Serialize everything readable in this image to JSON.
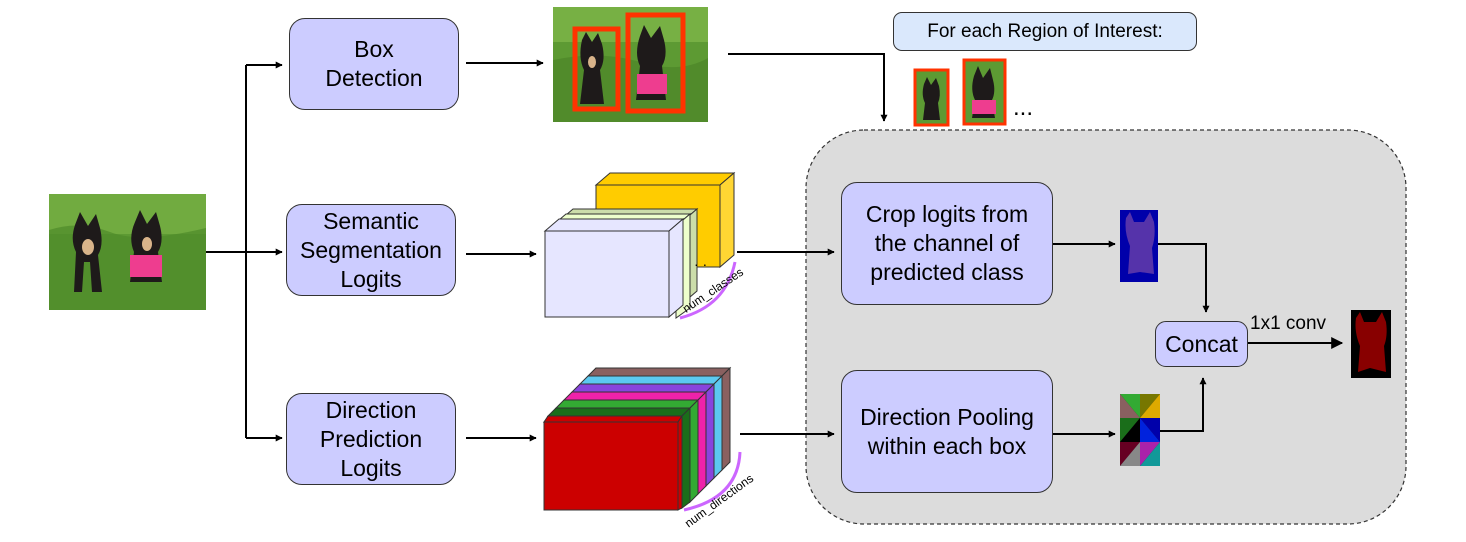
{
  "nodes": {
    "box_detection": "Box\nDetection",
    "semantic_logits": "Semantic\nSegmentation\nLogits",
    "direction_logits": "Direction\nPrediction\nLogits",
    "crop_logits": "Crop logits from\nthe channel of\npredicted class",
    "direction_pooling": "Direction Pooling\nwithin each box",
    "concat": "Concat"
  },
  "banner": "For each Region of Interest:",
  "labels": {
    "ellipsis": "...",
    "conv": "1x1 conv",
    "num_classes": "num_classes",
    "num_directions": "num_directions",
    "stack_dots": "· ·"
  },
  "colors": {
    "node_fill": "#ccccff",
    "banner_fill": "#dae8fc",
    "roi_panel_fill": "#dcdcdc",
    "box_outline": "#ff3300",
    "brace": "#cc66ff",
    "semantic_stack": [
      "#ffcc00",
      "#ccddaa",
      "#eeffcc",
      "#e6e6ff"
    ],
    "direction_stack": [
      "#8a6060",
      "#5cc8f0",
      "#8844dd",
      "#ee22aa",
      "#33aa33",
      "#1a6e1a",
      "#cc0000"
    ],
    "mask": "#880000",
    "crop_mask": "#5533aa"
  },
  "icons": [
    "dogs-photo-icon",
    "detected-boxes-photo-icon",
    "roi-crop-icon",
    "crop-mask-icon",
    "direction-pool-icon",
    "instance-mask-icon"
  ]
}
